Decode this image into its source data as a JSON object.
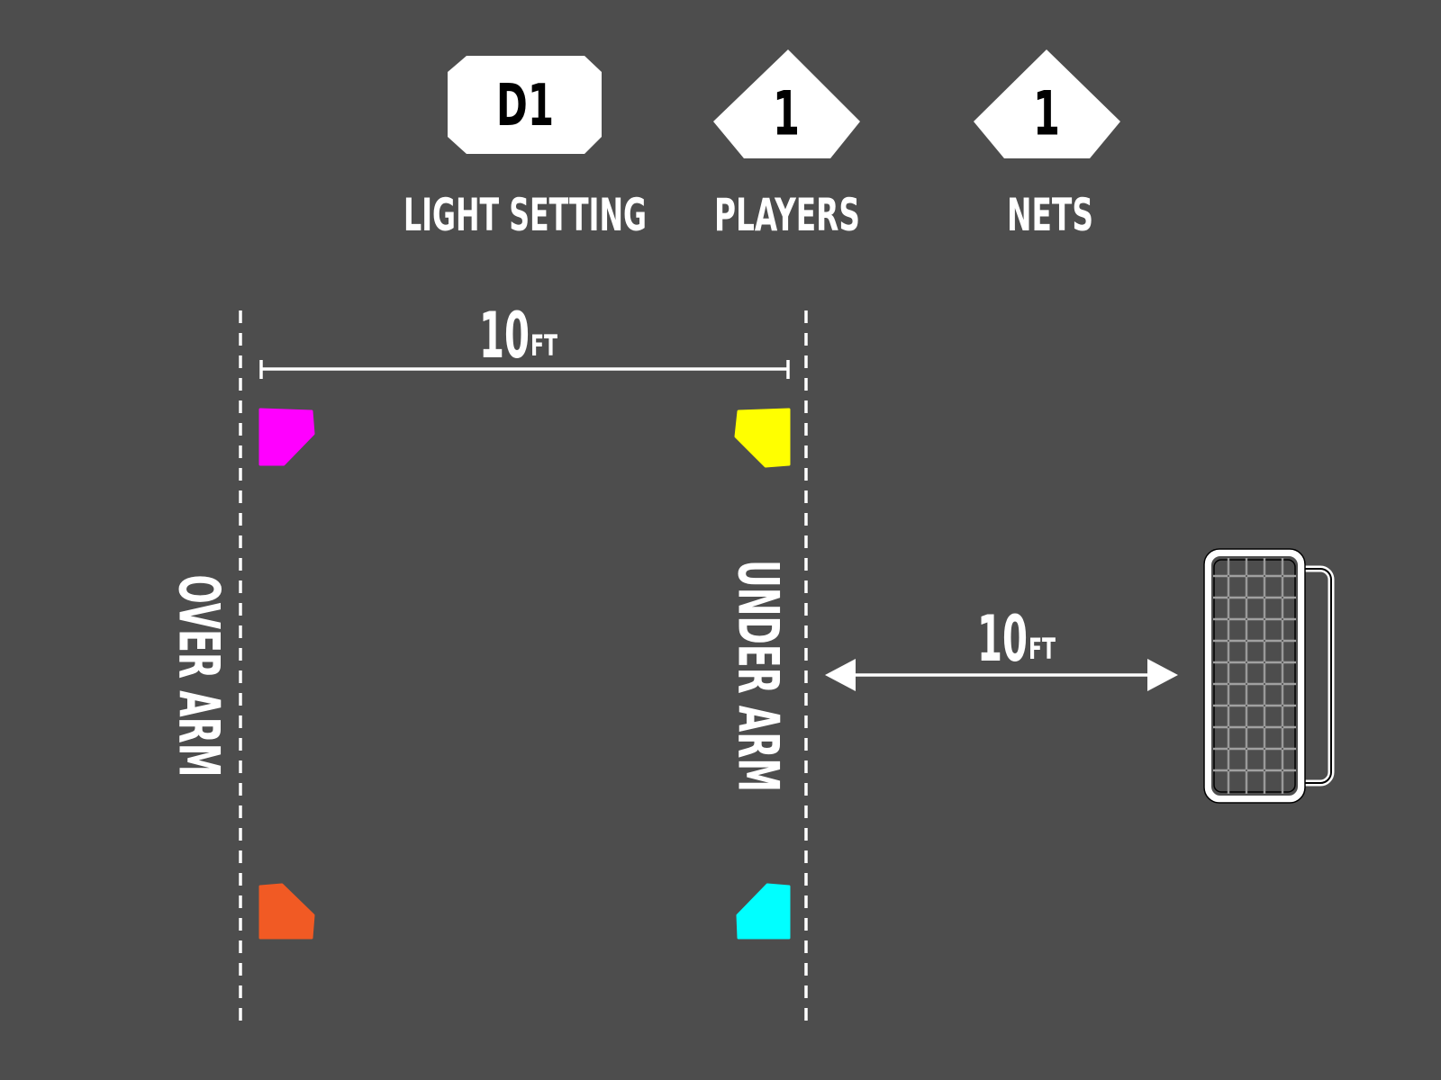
{
  "header": {
    "light_setting": {
      "value": "D1",
      "label": "LIGHT SETTING"
    },
    "players": {
      "value": "1",
      "label": "PLAYERS"
    },
    "nets": {
      "value": "1",
      "label": "NETS"
    }
  },
  "drill": {
    "top_distance": {
      "value": "10",
      "unit": "FT"
    },
    "net_distance": {
      "value": "10",
      "unit": "FT"
    },
    "left_line_label": "OVER ARM",
    "right_line_label": "UNDER ARM"
  },
  "colors": {
    "background": "#4d4d4d",
    "magenta_marker": "#ff00ff",
    "yellow_marker": "#ffff00",
    "orange_marker": "#f15a24",
    "cyan_marker": "#00ffff",
    "foreground": "#ffffff"
  }
}
